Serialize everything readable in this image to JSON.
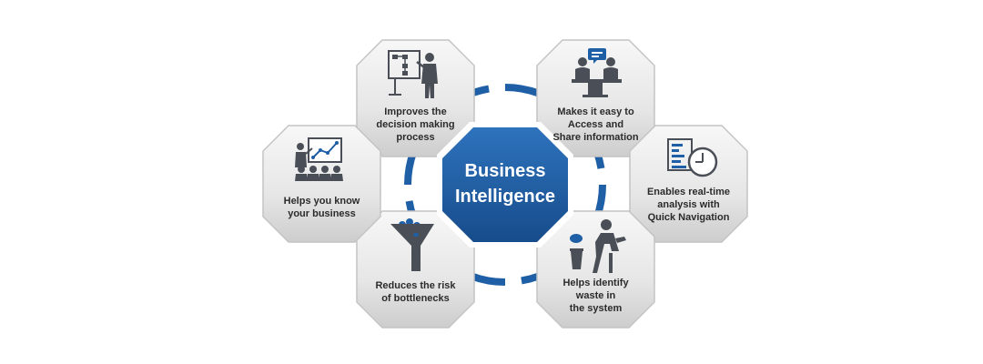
{
  "center": {
    "title": "Business\nIntelligence"
  },
  "nodes": [
    {
      "id": "decision",
      "label": "Improves the\ndecision making\nprocess",
      "icon": "presentation-flowchart-icon"
    },
    {
      "id": "access",
      "label": "Makes it easy to\nAccess and\nShare information",
      "icon": "meeting-table-icon"
    },
    {
      "id": "realtime",
      "label": "Enables real-time\nanalysis with\nQuick Navigation",
      "icon": "report-clock-icon"
    },
    {
      "id": "waste",
      "label": "Helps identify\nwaste in\nthe system",
      "icon": "person-trash-icon"
    },
    {
      "id": "bottlenecks",
      "label": "Reduces the risk\nof bottlenecks",
      "icon": "funnel-icon"
    },
    {
      "id": "know",
      "label": "Helps you know\nyour business",
      "icon": "audience-chart-icon"
    }
  ],
  "colors": {
    "accent": "#1f5fa6",
    "accent_dark": "#123f73",
    "tile_light": "#f4f4f4",
    "tile_dark": "#cfcfcf",
    "tile_border": "#c4c4c4",
    "icon": "#4a4f57",
    "text": "#2b2b2b"
  }
}
